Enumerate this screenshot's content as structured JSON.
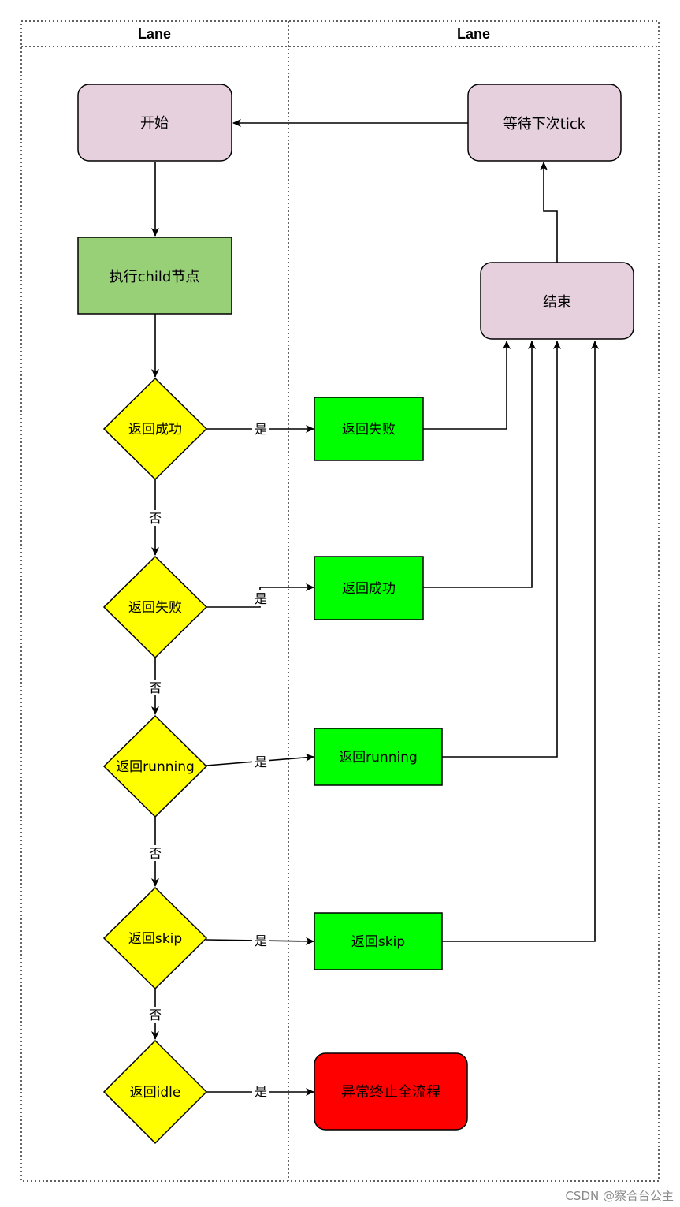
{
  "lanes": [
    {
      "title": "Lane"
    },
    {
      "title": "Lane"
    }
  ],
  "colors": {
    "purple_fill": "#e6d0de",
    "green_light_fill": "#97d077",
    "bright_green_fill": "#00ff00",
    "yellow_fill": "#ffff00",
    "red_fill": "#ff0000",
    "stroke": "#000000"
  },
  "nodes": {
    "start": "开始",
    "exec": "执行child节点",
    "wait": "等待下次tick",
    "end": "结束",
    "d_success": "返回成功",
    "d_fail": "返回失败",
    "d_running": "返回running",
    "d_skip": "返回skip",
    "d_idle": "返回idle",
    "r_fail": "返回失败",
    "r_success": "返回成功",
    "r_running": "返回running",
    "r_skip": "返回skip",
    "abort": "异常终止全流程"
  },
  "edge_labels": {
    "yes": "是",
    "no": "否"
  },
  "watermark": "CSDN @察合台公主"
}
